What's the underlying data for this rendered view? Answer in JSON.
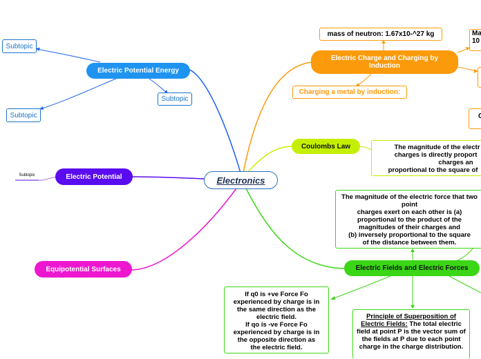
{
  "center": {
    "label": "Electronics"
  },
  "branches": {
    "potential_energy": {
      "label": "Electric Potential Energy",
      "color": "#1f93f0",
      "subtopics": [
        "Subtopic",
        "Subtopic",
        "Subtopic"
      ]
    },
    "potential": {
      "label": "Electric Potential",
      "color": "#5a0cf0",
      "subtopics": [
        "Subtopic"
      ]
    },
    "equipotential": {
      "label": "Equipotential Surfaces",
      "color": "#ee17d0"
    },
    "charge": {
      "label": "Electric Charge and Charging by Induction",
      "color": "#fb9a0a",
      "children": [
        "mass of neutron: 1.67x10-^27 kg",
        "Charging a metal by induction:",
        "Ma",
        "10",
        "C"
      ]
    },
    "coulomb": {
      "label": "Coulombs Law",
      "color": "#c5ef00",
      "text": [
        "The magnitude of the electr",
        "charges is directly proport",
        "charges an",
        "proportional to the square of"
      ]
    },
    "fields": {
      "label": "Electric Fields and Electric Forces",
      "color": "#3bd616",
      "force_text": [
        "The magnitude of the electric force that two point",
        "charges exert on each other is (a)",
        "proportional to the product of the",
        "magnitudes of their charges and",
        "(b) inversely proportional to the square",
        "of the distance between them."
      ],
      "direction_text": [
        "If q0 is +ve Force Fo",
        "experienced by charge is in",
        "the same direction as the",
        "electric field.",
        "If qo is -ve Force Fo",
        "experienced by charge is in",
        "the opposite direction as",
        "the electric field."
      ],
      "superposition_title": "Principle of Superposition of Electric Fields:",
      "superposition_text": "The total electric field at point P is the vector sum of the fields at P due to each point charge in the charge distribution."
    }
  }
}
